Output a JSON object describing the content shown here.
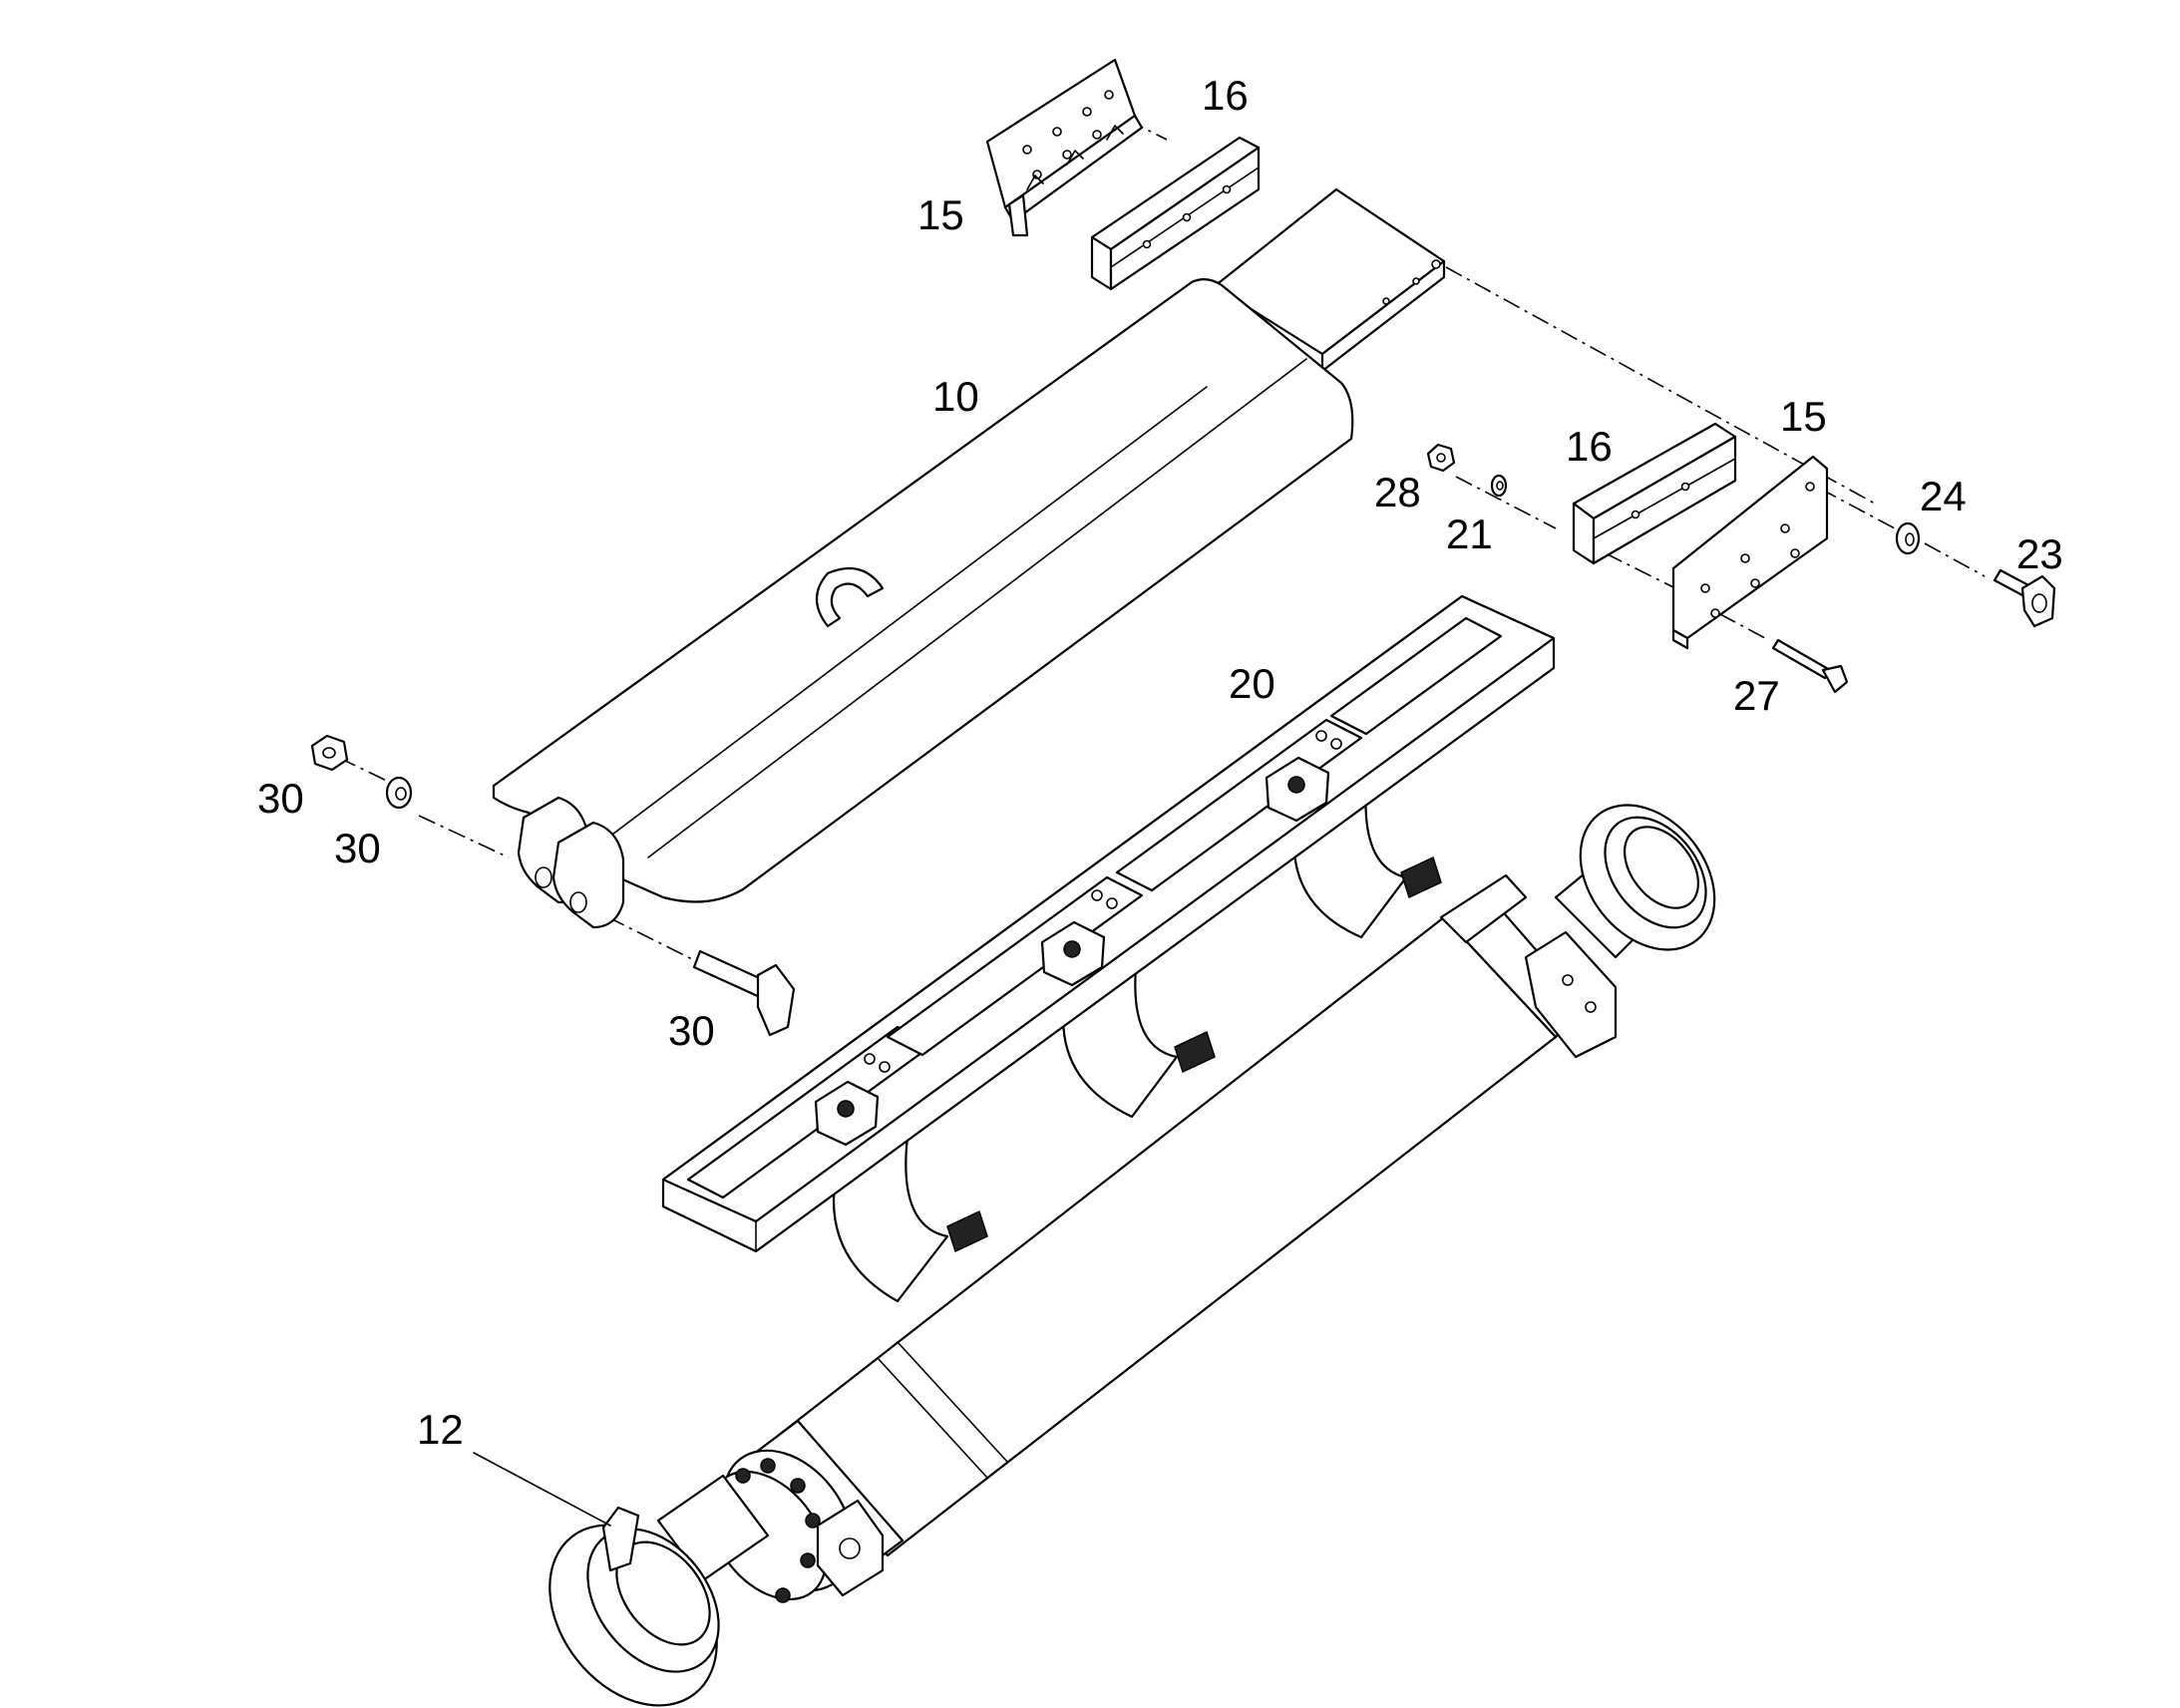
{
  "callouts": [
    {
      "id": "c15a",
      "label": "15"
    },
    {
      "id": "c16a",
      "label": "16"
    },
    {
      "id": "c10",
      "label": "10"
    },
    {
      "id": "c16b",
      "label": "16"
    },
    {
      "id": "c15b",
      "label": "15"
    },
    {
      "id": "c28",
      "label": "28"
    },
    {
      "id": "c21",
      "label": "21"
    },
    {
      "id": "c24",
      "label": "24"
    },
    {
      "id": "c23",
      "label": "23"
    },
    {
      "id": "c27",
      "label": "27"
    },
    {
      "id": "c20",
      "label": "20"
    },
    {
      "id": "c30a",
      "label": "30"
    },
    {
      "id": "c30b",
      "label": "30"
    },
    {
      "id": "c30c",
      "label": "30"
    },
    {
      "id": "c12",
      "label": "12"
    }
  ],
  "colors": {
    "line": "#000000",
    "background": "#ffffff"
  }
}
